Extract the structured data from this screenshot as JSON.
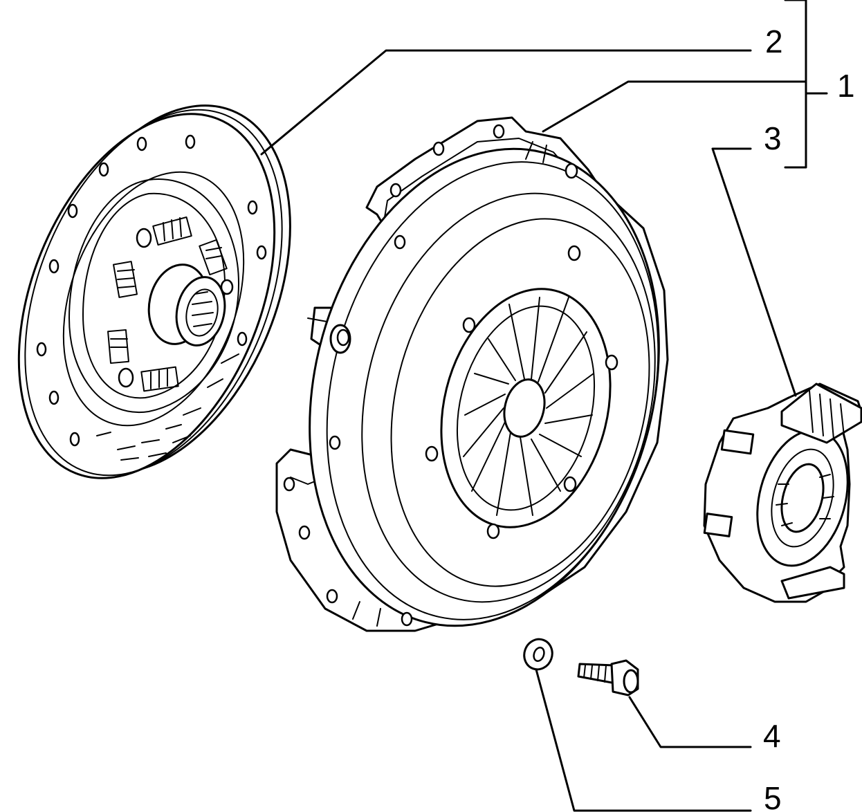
{
  "callouts": [
    {
      "id": "1",
      "label": "1"
    },
    {
      "id": "2",
      "label": "2"
    },
    {
      "id": "3",
      "label": "3"
    },
    {
      "id": "4",
      "label": "4"
    },
    {
      "id": "5",
      "label": "5"
    }
  ],
  "line_color": "#000000",
  "background": "#ffffff"
}
